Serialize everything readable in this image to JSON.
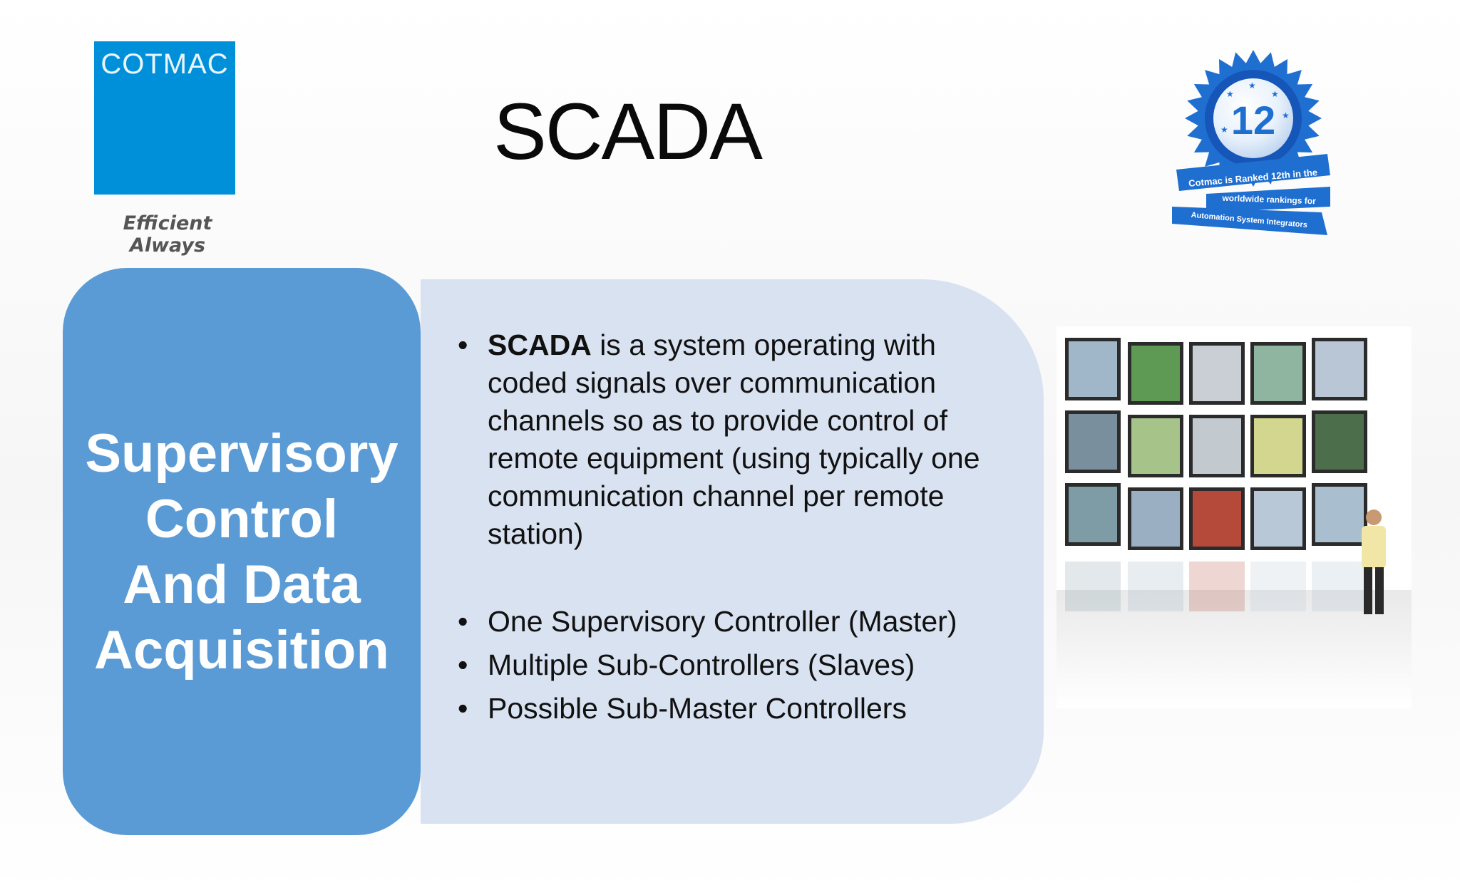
{
  "logo": {
    "brand": "COTMAC",
    "tagline": "Efficient Always"
  },
  "title": "SCADA",
  "badge": {
    "rank": "12",
    "ribbon_lines": [
      "Cotmac is Ranked 12th in the",
      "worldwide rankings for",
      "Automation System Integrators"
    ]
  },
  "acronym": {
    "lines": [
      "Supervisory",
      "Control",
      "And Data",
      "Acquisition"
    ]
  },
  "content": {
    "bullet1_term": "SCADA",
    "bullet1_text": " is a system operating with coded signals over communication channels so as to provide control of remote equipment (using typically one communication channel per remote station)",
    "bullet2": "One Supervisory Controller (Master)",
    "bullet3": "Multiple Sub-Controllers (Slaves)",
    "bullet4": "Possible Sub-Master Controllers"
  },
  "colors": {
    "logo_blue": "#0090da",
    "panel_blue": "#5b9bd5",
    "content_bg": "#d9e2f1",
    "badge_blue": "#1f6fd1"
  },
  "icons": {
    "badge": "award-ribbon-icon",
    "picture": "control-room-monitors-image"
  }
}
